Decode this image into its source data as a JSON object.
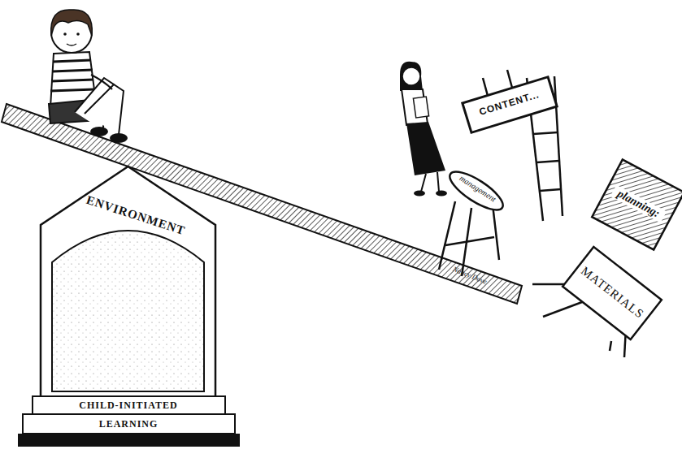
{
  "diagram": {
    "nodes": [
      {
        "text": [
          "ENVIRONMENT"
        ]
      },
      {
        "text": [
          "CHILD-INITIATED LEARNING"
        ]
      },
      {
        "text": [
          "CONTENT..."
        ]
      },
      {
        "text": [
          "planning:"
        ]
      },
      {
        "text": [
          "management"
        ]
      },
      {
        "text": [
          "MATERIALS"
        ]
      }
    ],
    "labels": [
      "Nancy Dove"
    ]
  }
}
